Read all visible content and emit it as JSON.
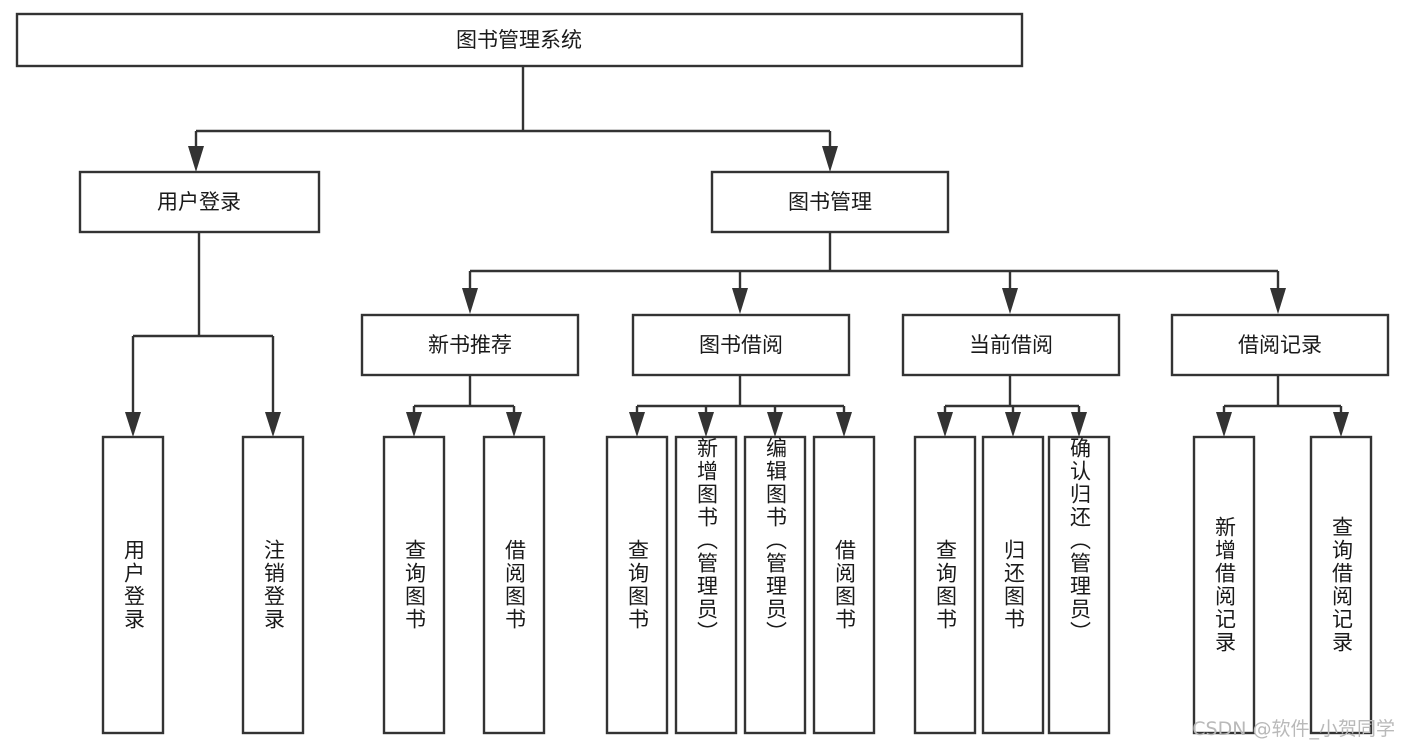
{
  "diagram": {
    "title": "图书管理系统",
    "type": "hierarchy-tree",
    "watermark": "CSDN @软件_小贺同学",
    "colors": {
      "stroke": "#333333",
      "fill": "#ffffff",
      "text": "#1a1a1a",
      "watermark": "#b9b9b9",
      "background": "#ffffff"
    },
    "levels": {
      "root": {
        "label": "图书管理系统"
      },
      "level2": [
        {
          "label": "用户登录"
        },
        {
          "label": "图书管理"
        }
      ],
      "level3": [
        {
          "label": "新书推荐"
        },
        {
          "label": "图书借阅"
        },
        {
          "label": "当前借阅"
        },
        {
          "label": "借阅记录"
        }
      ],
      "leaves": [
        {
          "label": "用户登录",
          "parent": "用户登录"
        },
        {
          "label": "注销登录",
          "parent": "用户登录"
        },
        {
          "label": "查询图书",
          "parent": "新书推荐"
        },
        {
          "label": "借阅图书",
          "parent": "新书推荐"
        },
        {
          "label": "查询图书",
          "parent": "图书借阅"
        },
        {
          "label": "新增图书（管理员）",
          "parent": "图书借阅"
        },
        {
          "label": "编辑图书（管理员）",
          "parent": "图书借阅"
        },
        {
          "label": "借阅图书",
          "parent": "图书借阅"
        },
        {
          "label": "查询图书",
          "parent": "当前借阅"
        },
        {
          "label": "归还图书",
          "parent": "当前借阅"
        },
        {
          "label": "确认归还（管理员）",
          "parent": "当前借阅"
        },
        {
          "label": "新增借阅记录",
          "parent": "借阅记录"
        },
        {
          "label": "查询借阅记录",
          "parent": "借阅记录"
        }
      ]
    }
  }
}
